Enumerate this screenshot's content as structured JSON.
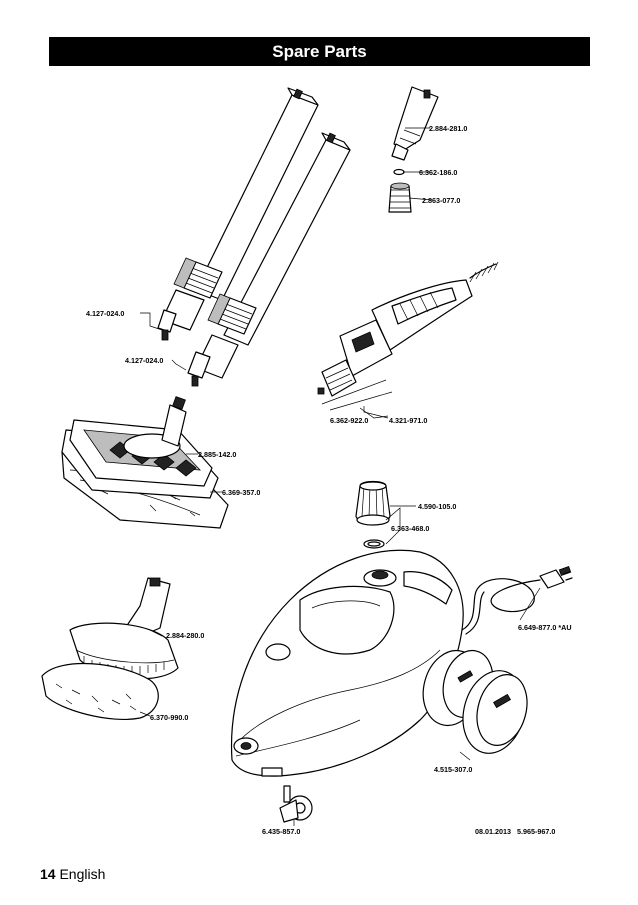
{
  "page": {
    "title": "Spare Parts",
    "page_number": "14",
    "language": "English"
  },
  "parts": {
    "p01": "2.884-281.0",
    "p02": "6.362-186.0",
    "p03": "2.863-077.0",
    "p04": "4.127-024.0",
    "p05": "4.127-024.0",
    "p06": "6.362-922.0",
    "p07": "4.321-971.0",
    "p08": "2.885-142.0",
    "p09": "6.369-357.0",
    "p10": "4.590-105.0",
    "p11": "6.363-468.0",
    "p12": "2.884-280.0",
    "p13": "6.649-877.0 *AU",
    "p14": "6.370-990.0",
    "p15": "4.515-307.0",
    "p16": "6.435-857.0"
  },
  "date_code": "08.01.2013   5.965-967.0"
}
